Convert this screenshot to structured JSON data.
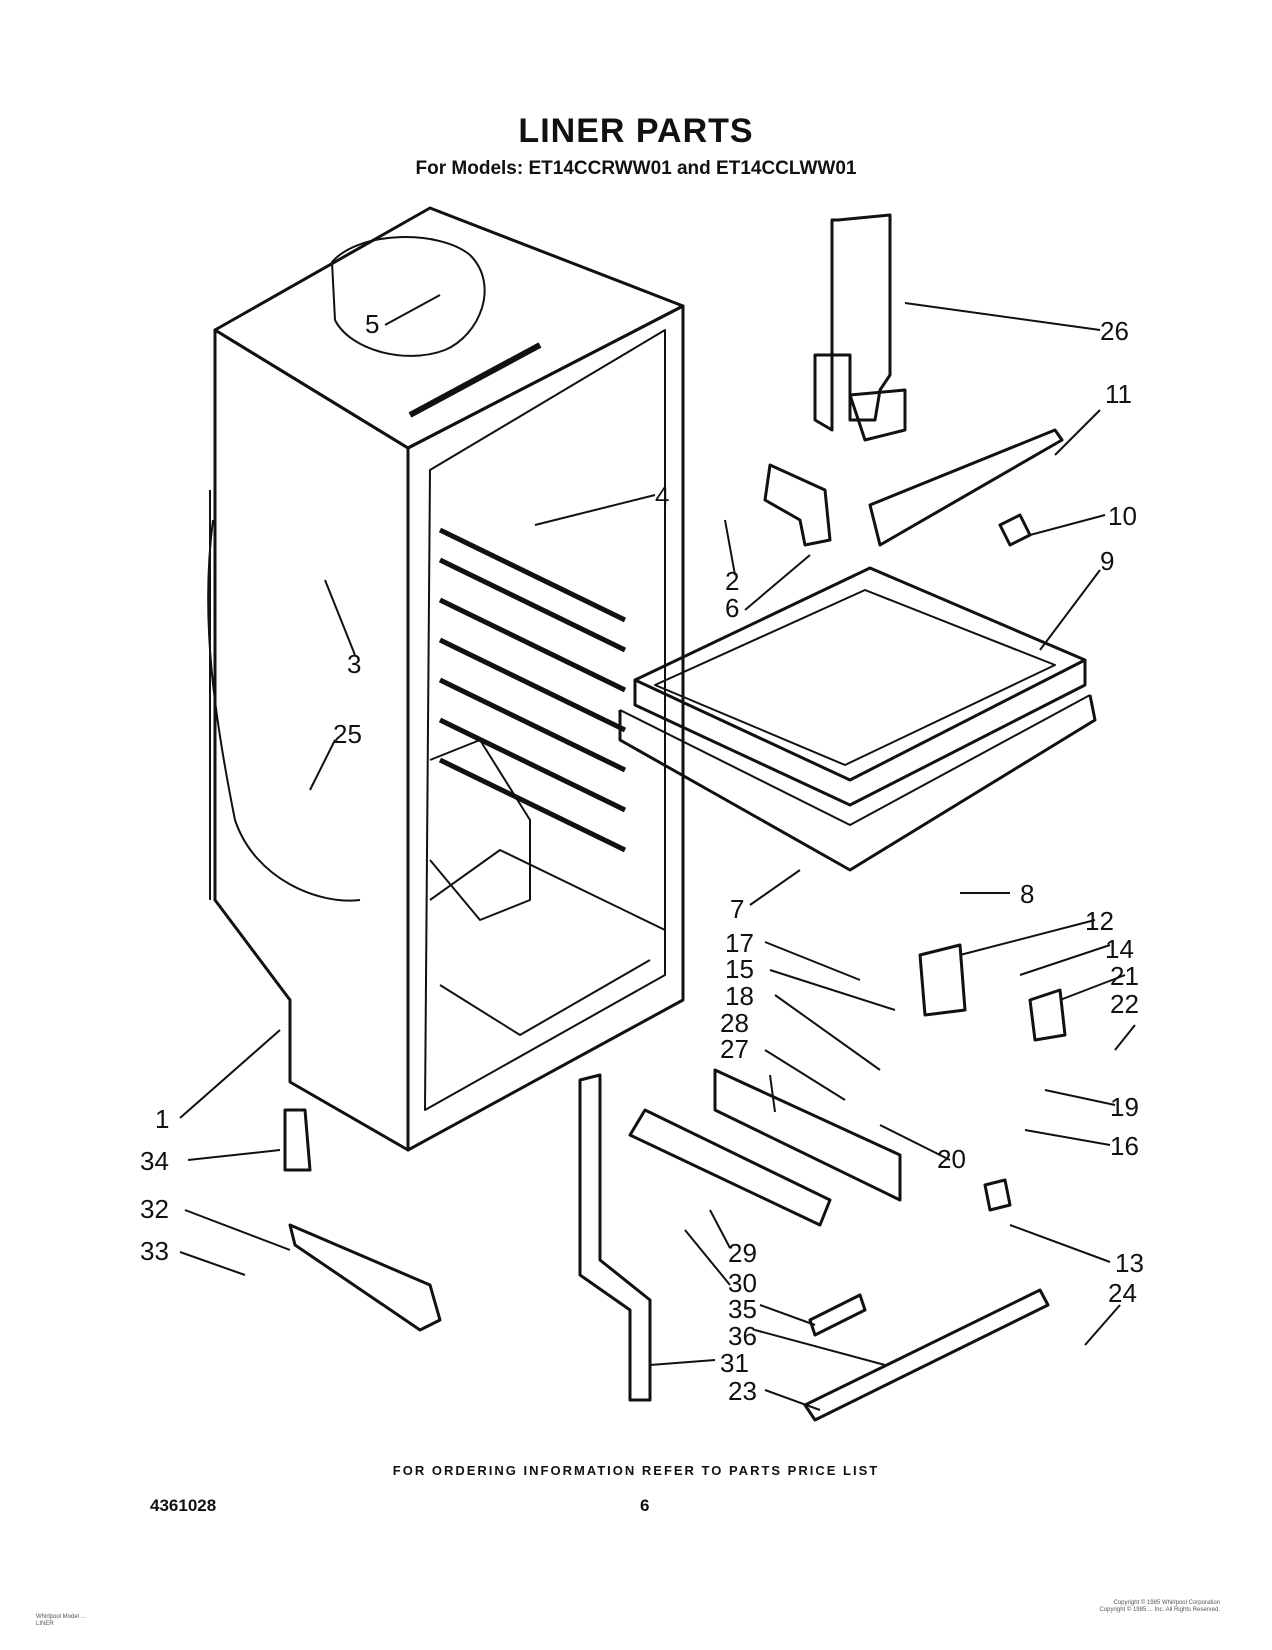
{
  "header": {
    "title": "LINER PARTS",
    "subtitle": "For Models: ET14CCRWW01 and ET14CCLWW01"
  },
  "callouts": [
    "26",
    "11",
    "10",
    "9",
    "4",
    "2",
    "6",
    "5",
    "3",
    "25",
    "7",
    "8",
    "17",
    "15",
    "18",
    "28",
    "27",
    "12",
    "14",
    "21",
    "22",
    "19",
    "16",
    "20",
    "13",
    "1",
    "34",
    "32",
    "33",
    "29",
    "30",
    "35",
    "36",
    "31",
    "23",
    "24"
  ],
  "footer": {
    "note": "FOR ORDERING INFORMATION REFER TO PARTS PRICE LIST",
    "doc_number": "4361028",
    "page_number": "6",
    "small_left": [
      "Whirlpool Model ...",
      "LINER"
    ],
    "small_right": [
      "Copyright © 1985 Whirlpool Corporation",
      "Copyright © 1985 ... Inc. All Rights Reserved."
    ]
  }
}
